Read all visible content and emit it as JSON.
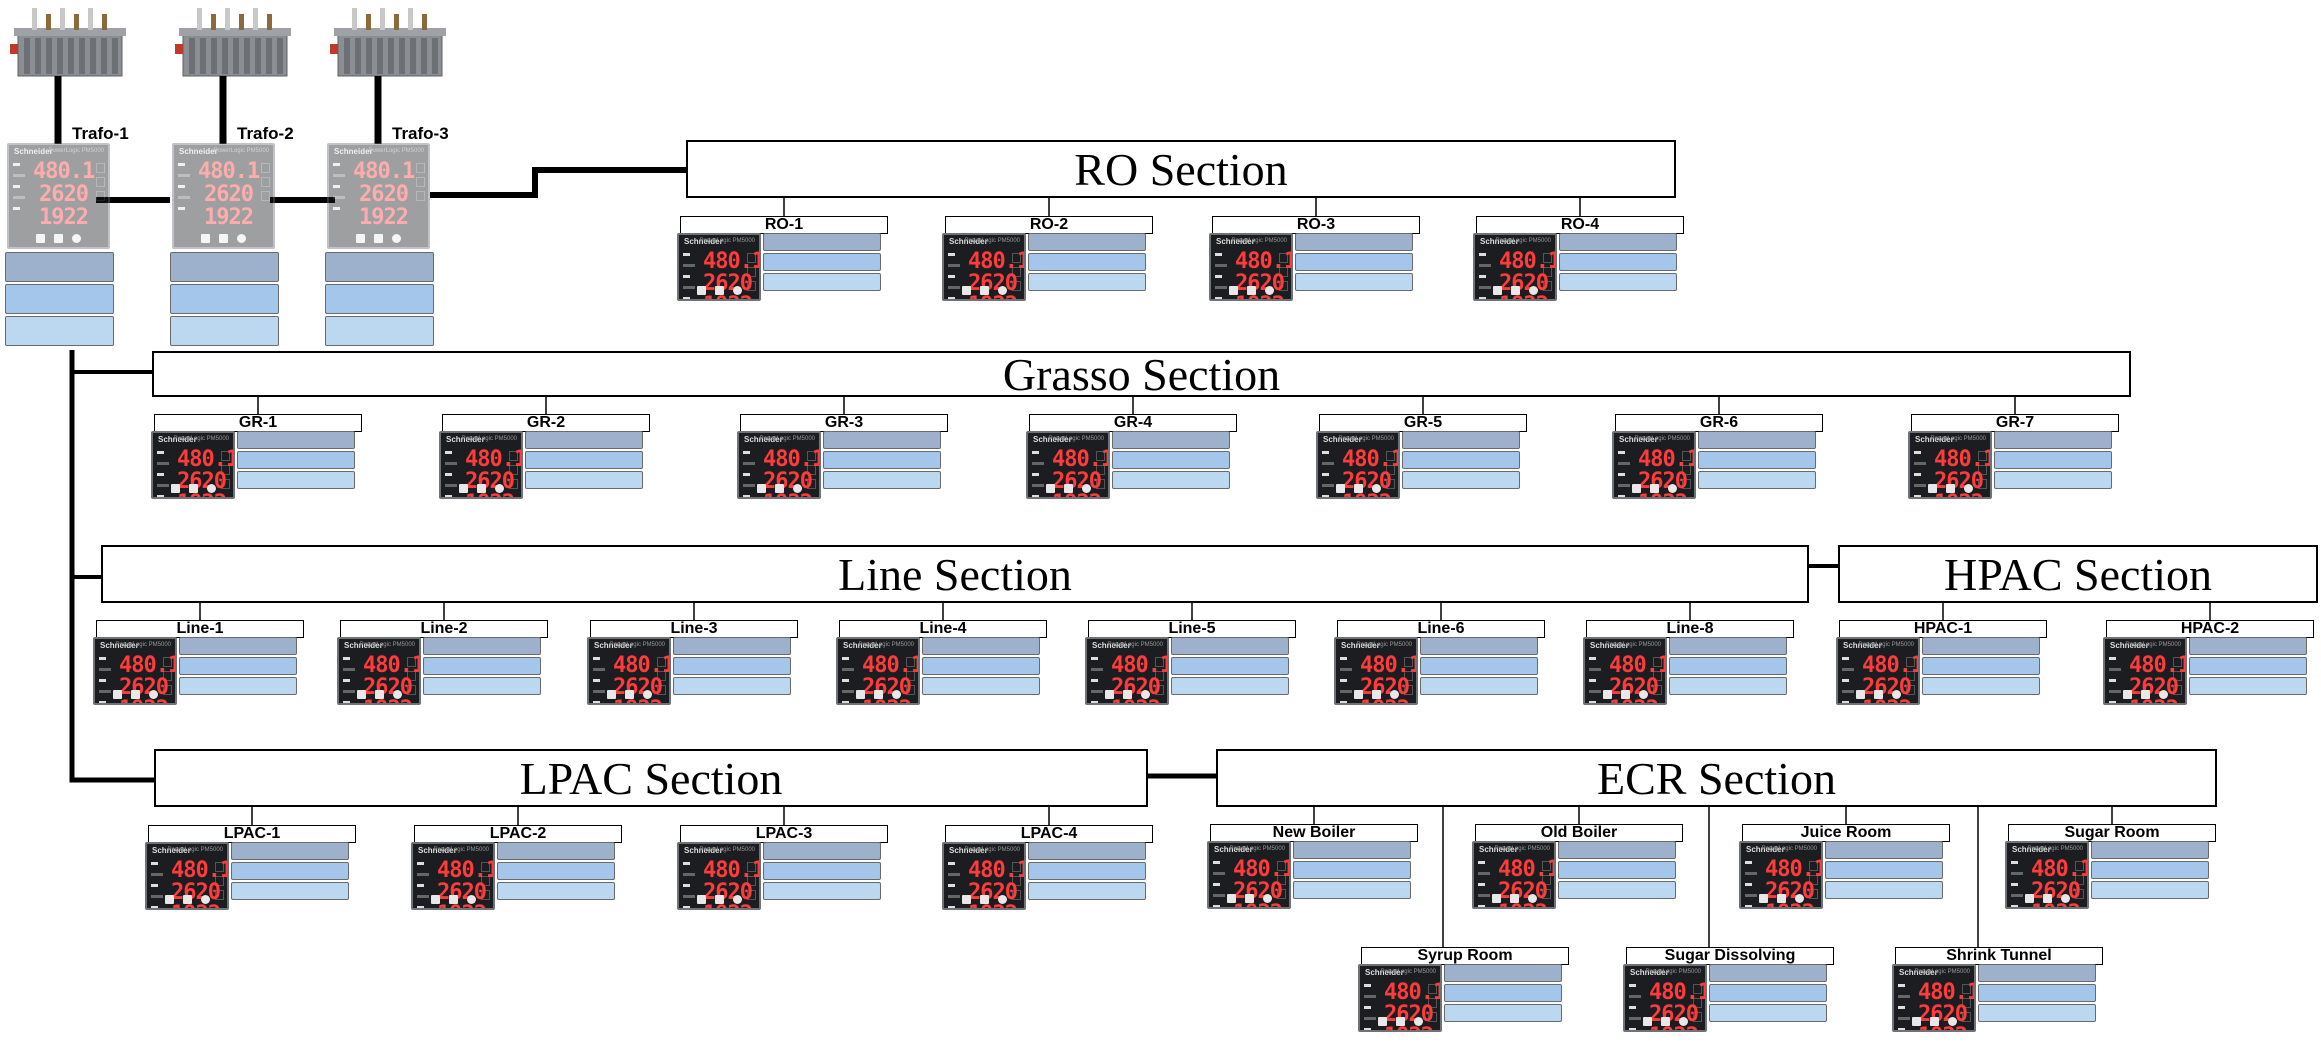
{
  "colors": {
    "field_1": "#9db1cc",
    "field_2": "#a3c6ea",
    "field_3": "#bcd7f0",
    "meter_digits": "#ff3b3b",
    "wire": "#000000"
  },
  "meter_display": {
    "line1": "480.1",
    "line2": "2620",
    "line3": "1922",
    "brand": "Schneider",
    "model": "PowerLogic PM5000"
  },
  "transformers": [
    {
      "label": "Trafo-1"
    },
    {
      "label": "Trafo-2"
    },
    {
      "label": "Trafo-3"
    }
  ],
  "sections": {
    "ro": {
      "title": "RO Section",
      "meters": [
        "RO-1",
        "RO-2",
        "RO-3",
        "RO-4"
      ]
    },
    "grasso": {
      "title": "Grasso Section",
      "meters": [
        "GR-1",
        "GR-2",
        "GR-3",
        "GR-4",
        "GR-5",
        "GR-6",
        "GR-7"
      ]
    },
    "line": {
      "title": "Line Section",
      "meters": [
        "Line-1",
        "Line-2",
        "Line-3",
        "Line-4",
        "Line-5",
        "Line-6",
        "Line-8"
      ]
    },
    "hpac": {
      "title": "HPAC Section",
      "meters": [
        "HPAC-1",
        "HPAC-2"
      ]
    },
    "lpac": {
      "title": "LPAC Section",
      "meters": [
        "LPAC-1",
        "LPAC-2",
        "LPAC-3",
        "LPAC-4"
      ]
    },
    "ecr": {
      "title": "ECR Section",
      "meters": [
        "New Boiler",
        "Old Boiler",
        "Juice Room",
        "Sugar Room",
        "Syrup Room",
        "Sugar Dissolving",
        "Shrink Tunnel"
      ]
    }
  }
}
